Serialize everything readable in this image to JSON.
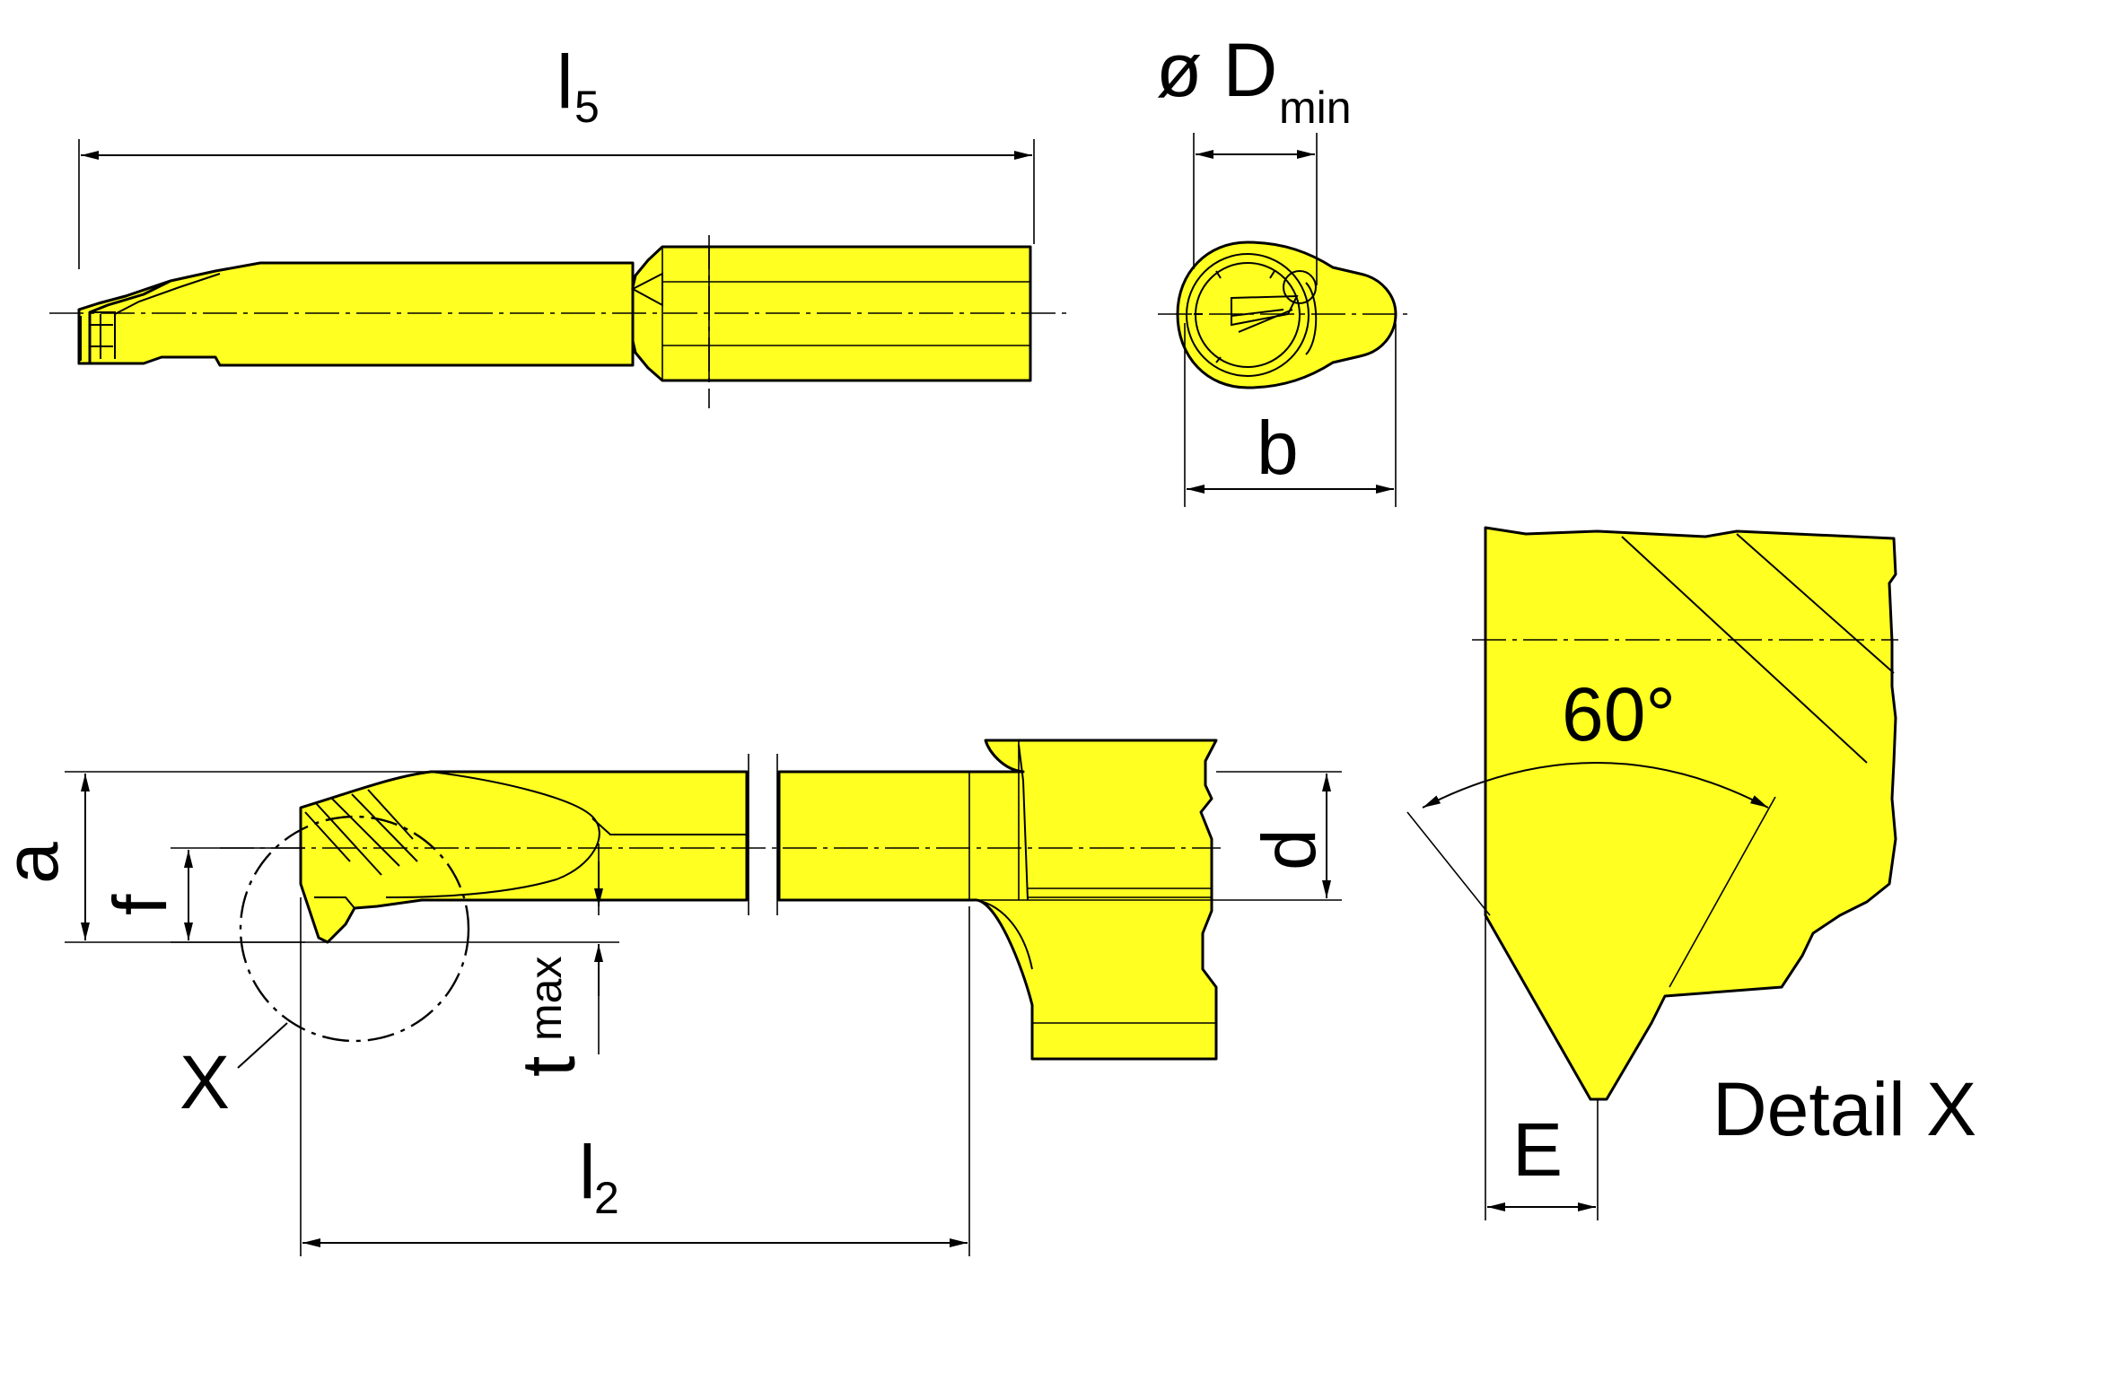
{
  "colors": {
    "body_fill": "#ffff22",
    "line": "#000000",
    "background": "#ffffff"
  },
  "labels": {
    "l5_main": "l",
    "l5_sub": "5",
    "dmin_main": "ø D",
    "dmin_sub": "min",
    "b": "b",
    "a": "a",
    "f": "f",
    "d": "d",
    "tmax_main": "t",
    "tmax_sub": "max",
    "x": "X",
    "l2_main": "l",
    "l2_sub": "2",
    "angle": "60°",
    "e": "E",
    "detail": "Detail X"
  }
}
